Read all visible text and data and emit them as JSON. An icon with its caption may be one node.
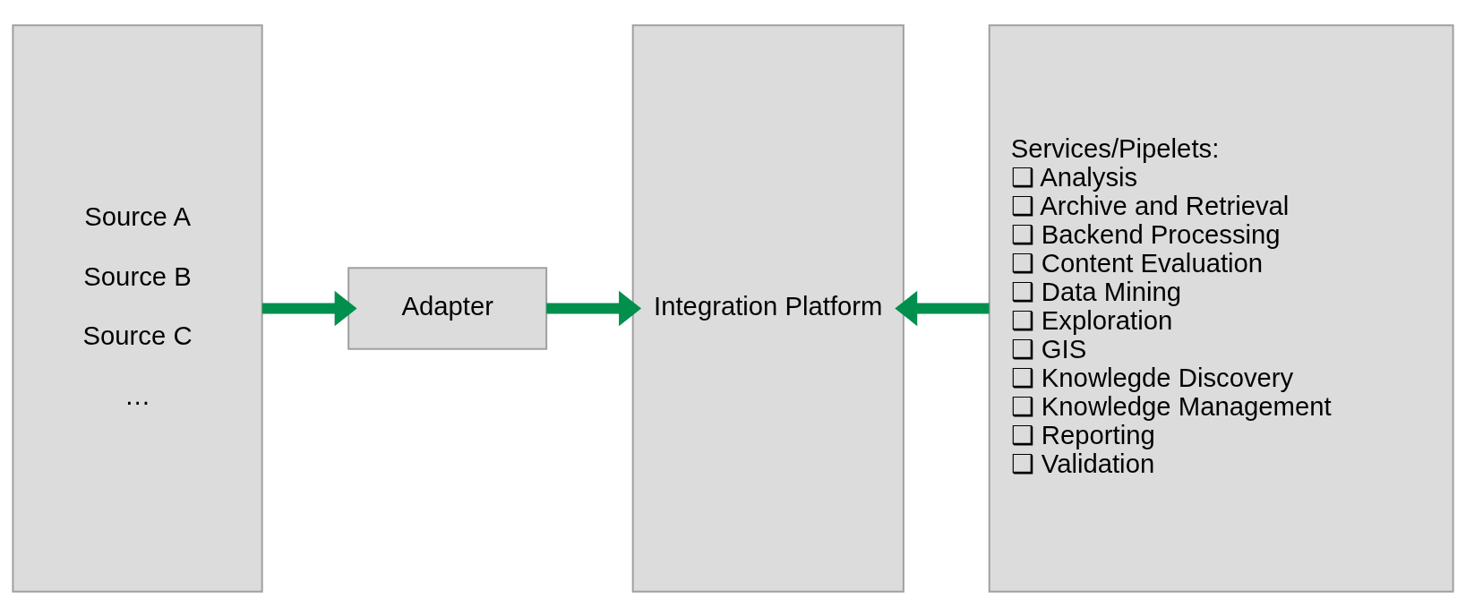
{
  "diagram": {
    "nodes": [
      {
        "text": [
          "Source A",
          "Source B",
          "Source C",
          "…"
        ]
      },
      {
        "text": [
          "Adapter"
        ]
      },
      {
        "text": [
          "Integration Platform"
        ]
      },
      {
        "text": [
          "Services/Pipelets:",
          "❑ Analysis",
          "❑ Archive and Retrieval",
          "❑ Backend Processing",
          "❑ Content Evaluation",
          "❑ Data Mining",
          "❑ Exploration",
          "❑ GIS",
          "❑ Knowlegde Discovery",
          "❑ Knowledge Management",
          "❑ Reporting",
          "❑ Validation"
        ]
      }
    ],
    "edges": [
      {
        "from": 0,
        "to": 1,
        "arrow": "to"
      },
      {
        "from": 1,
        "to": 2,
        "arrow": "to"
      },
      {
        "from": 3,
        "to": 2,
        "arrow": "to"
      }
    ]
  }
}
